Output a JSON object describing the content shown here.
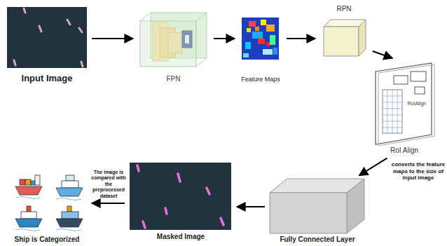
{
  "diagram": {
    "nodes": [
      {
        "text": [
          "Input Image"
        ]
      },
      {
        "text": [
          "FPN"
        ]
      },
      {
        "text": [
          "Feature Maps"
        ]
      },
      {
        "text": [
          "RPN"
        ]
      },
      {
        "text": [
          "RoIAlign",
          "RoI Align"
        ]
      },
      {
        "text": [
          "Fully Connected Layer"
        ]
      },
      {
        "text": [
          "Masked Image"
        ]
      },
      {
        "text": [
          "Ship is Categorized"
        ]
      }
    ],
    "edges": [
      {
        "from": 0,
        "to": 1,
        "arrow": "to"
      },
      {
        "from": 1,
        "to": 2,
        "arrow": "to"
      },
      {
        "from": 2,
        "to": 3,
        "arrow": "to"
      },
      {
        "from": 3,
        "to": 4,
        "arrow": "to"
      },
      {
        "from": 4,
        "to": 5,
        "label": "converts the feature maps to the size of input image",
        "arrow": "to"
      },
      {
        "from": 5,
        "to": 6,
        "arrow": "to"
      },
      {
        "from": 6,
        "to": 7,
        "label": "The image is compared with the preprocessed dataset",
        "arrow": "to"
      }
    ]
  }
}
